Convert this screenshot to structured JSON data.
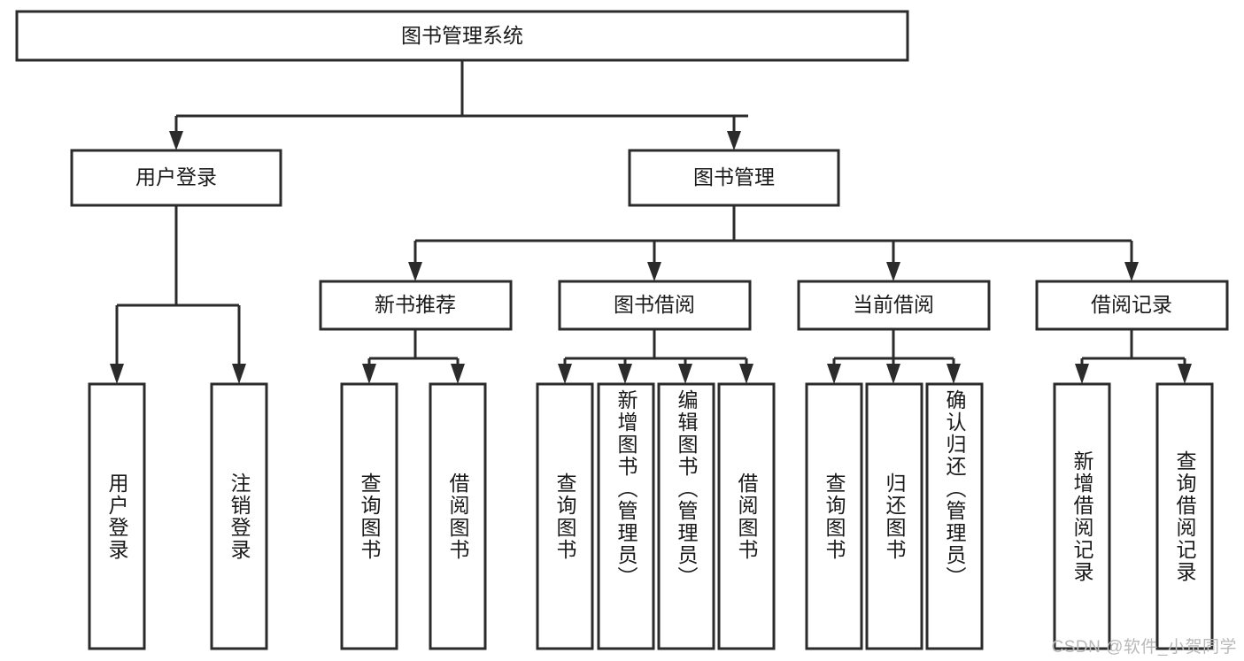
{
  "diagram": {
    "type": "tree",
    "title": "图书管理系统",
    "watermark": "CSDN @软件_小贺同学",
    "colors": {
      "stroke": "#2b2b2b",
      "fill": "#ffffff",
      "text": "#1a1a1a",
      "watermark": "#b9b9b9",
      "background": "#ffffff"
    },
    "levels": {
      "level1": [
        {
          "id": "root",
          "label": "图书管理系统"
        }
      ],
      "level2": [
        {
          "id": "user-login",
          "label": "用户登录",
          "parent": "root"
        },
        {
          "id": "book-manage",
          "label": "图书管理",
          "parent": "root"
        }
      ],
      "level3": [
        {
          "id": "new-book-rec",
          "label": "新书推荐",
          "parent": "book-manage"
        },
        {
          "id": "book-borrow",
          "label": "图书借阅",
          "parent": "book-manage"
        },
        {
          "id": "current-borrow",
          "label": "当前借阅",
          "parent": "book-manage"
        },
        {
          "id": "borrow-record",
          "label": "借阅记录",
          "parent": "book-manage"
        }
      ],
      "level4": [
        {
          "id": "leaf-1",
          "label": "用户登录",
          "parent": "user-login"
        },
        {
          "id": "leaf-2",
          "label": "注销登录",
          "parent": "user-login"
        },
        {
          "id": "leaf-3",
          "label": "查询图书",
          "parent": "new-book-rec"
        },
        {
          "id": "leaf-4",
          "label": "借阅图书",
          "parent": "new-book-rec"
        },
        {
          "id": "leaf-5",
          "label": "查询图书",
          "parent": "book-borrow"
        },
        {
          "id": "leaf-6",
          "label": "新增图书（管理员）",
          "parent": "book-borrow"
        },
        {
          "id": "leaf-7",
          "label": "编辑图书（管理员）",
          "parent": "book-borrow"
        },
        {
          "id": "leaf-8",
          "label": "借阅图书",
          "parent": "book-borrow"
        },
        {
          "id": "leaf-9",
          "label": "查询图书",
          "parent": "current-borrow"
        },
        {
          "id": "leaf-10",
          "label": "归还图书",
          "parent": "current-borrow"
        },
        {
          "id": "leaf-11",
          "label": "确认归还（管理员）",
          "parent": "current-borrow"
        },
        {
          "id": "leaf-12",
          "label": "新增借阅记录",
          "parent": "borrow-record"
        },
        {
          "id": "leaf-13",
          "label": "查询借阅记录",
          "parent": "borrow-record"
        }
      ]
    }
  }
}
